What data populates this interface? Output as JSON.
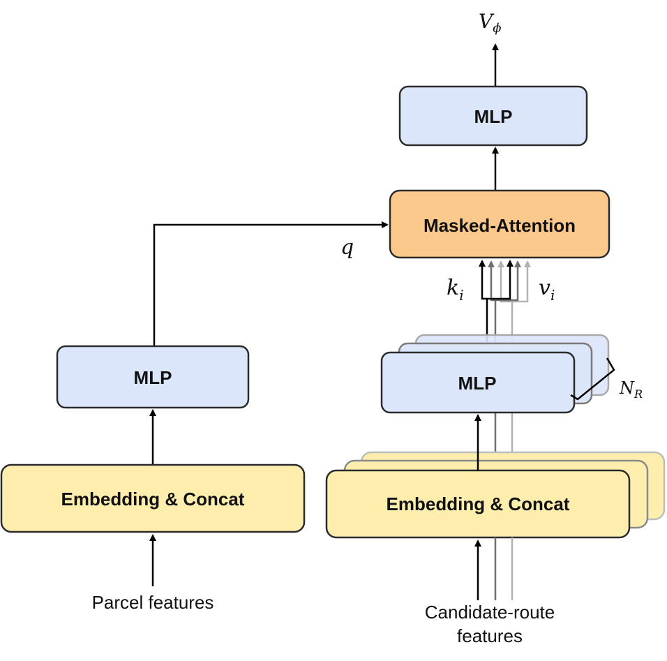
{
  "colors": {
    "mlp_fill": "#dce6fb",
    "embed_fill": "#fdeeae",
    "attention_fill": "#fbc98c",
    "stroke": "#2b2b2b",
    "line_dark": "#000000",
    "line_mid": "#6f6f6f",
    "line_light": "#b3b3b3"
  },
  "labels": {
    "output": "V",
    "output_sub": "ϕ",
    "top_mlp": "MLP",
    "attention": "Masked-Attention",
    "query": "q",
    "key": "k",
    "key_sub": "i",
    "value": "v",
    "value_sub": "i",
    "left_mlp": "MLP",
    "right_mlp": "MLP",
    "stack_count": "N",
    "stack_count_sub": "R",
    "left_embed": "Embedding & Concat",
    "right_embed": "Embedding & Concat",
    "parcel_features": "Parcel features",
    "route_features_line1": "Candidate-route",
    "route_features_line2": "features"
  }
}
